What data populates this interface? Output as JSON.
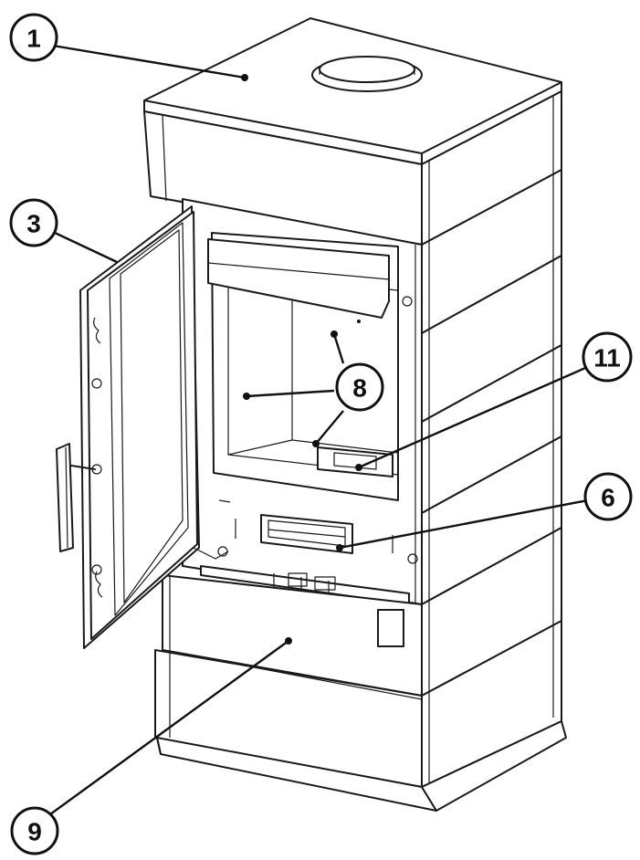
{
  "callouts": [
    {
      "id": "c1",
      "label": "1"
    },
    {
      "id": "c3",
      "label": "3"
    },
    {
      "id": "c8",
      "label": "8"
    },
    {
      "id": "c11",
      "label": "11"
    },
    {
      "id": "c6",
      "label": "6"
    },
    {
      "id": "c9",
      "label": "9"
    }
  ],
  "colors": {
    "line": "#1a1a1a",
    "background": "#ffffff"
  }
}
